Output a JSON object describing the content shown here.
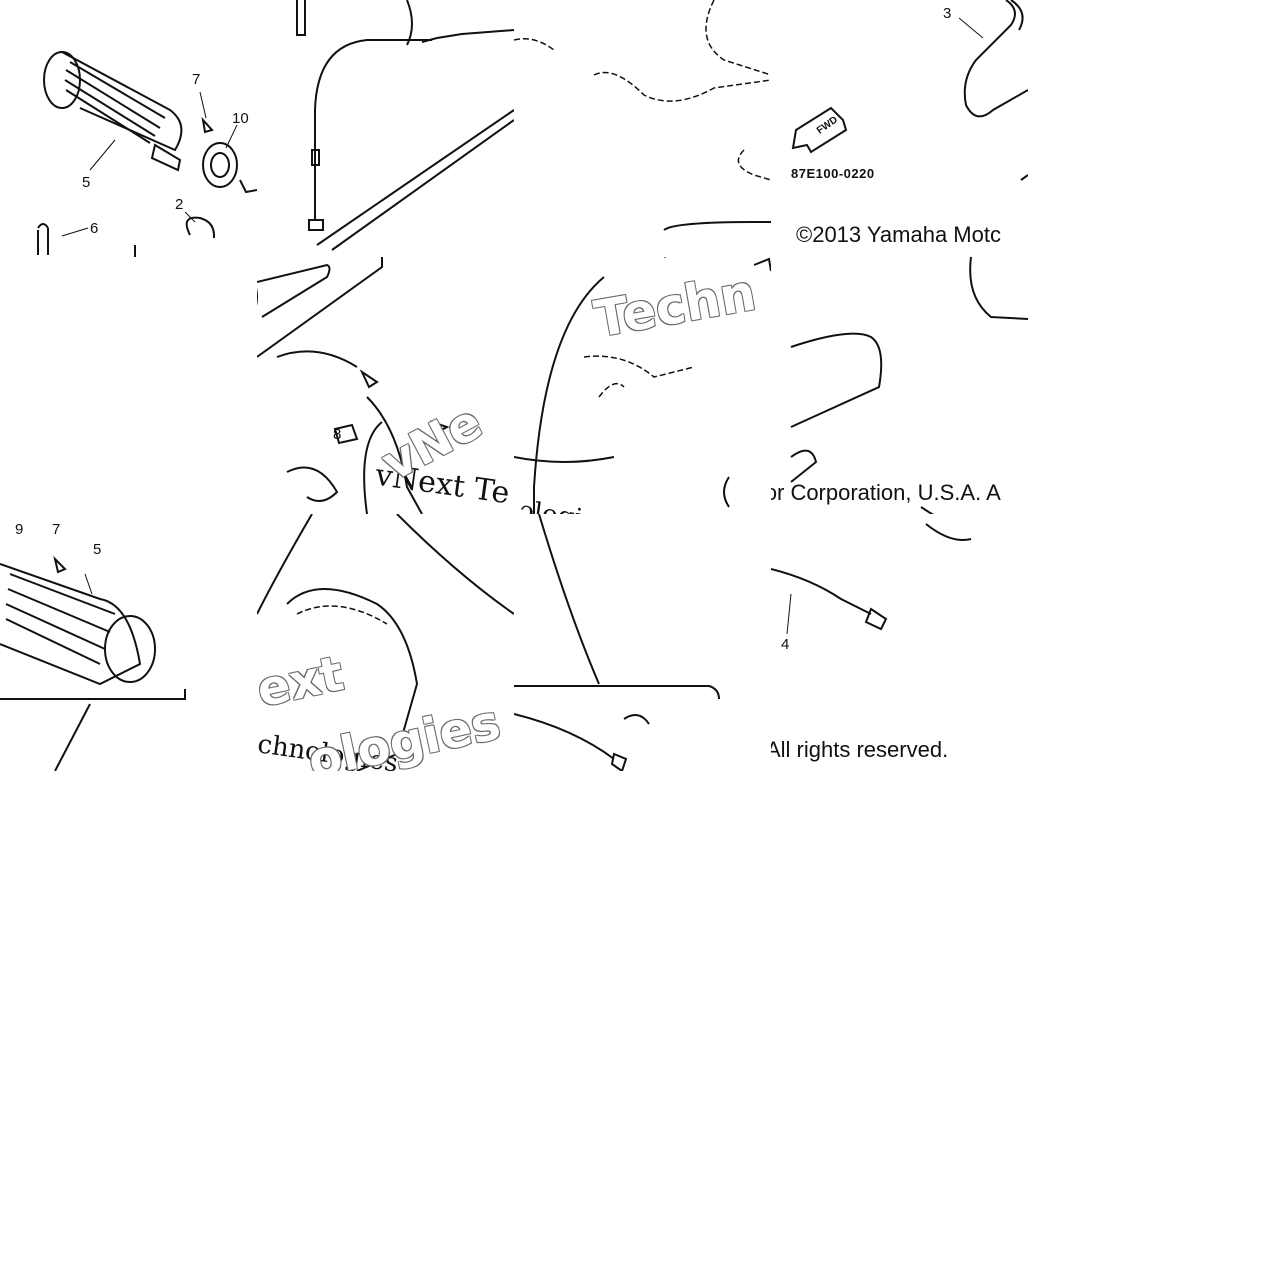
{
  "callouts": {
    "c7a": "7",
    "c10": "10",
    "c5a": "5",
    "c2": "2",
    "c6": "6",
    "c3": "3",
    "c8": "8",
    "c9": "9",
    "c7b": "7",
    "c5b": "5",
    "c4": "4"
  },
  "fwd_label": "FWD",
  "diagram_code": "87E100-0220",
  "copyright": {
    "part1": "©2013 Yamaha Motc",
    "part2": "ɔr Corporation, U.S.A. A",
    "part3": "All rights reserved."
  },
  "watermark": {
    "serif1": "vNext Te",
    "serif2": "ɔlogies",
    "serif3": "chnologies",
    "outline1": "Techn",
    "outline2": "vNe",
    "outline3": "ext",
    "outline4": "ologies"
  }
}
